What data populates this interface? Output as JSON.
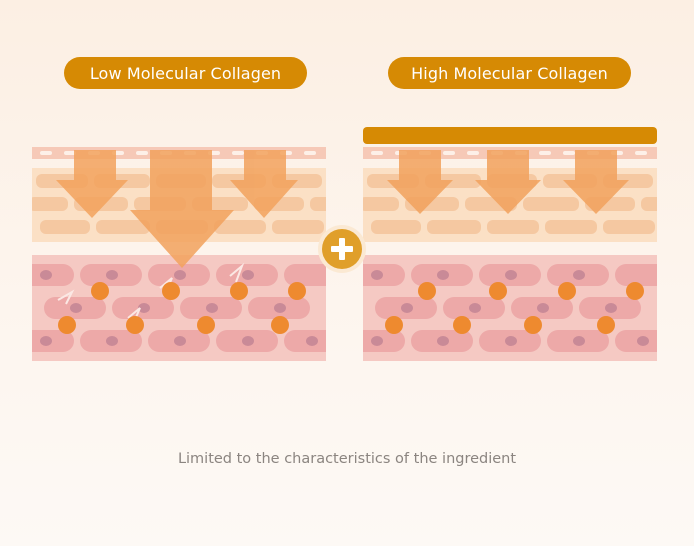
{
  "labels": {
    "left_title": "Low Molecular Collagen",
    "right_title": "High Molecular Collagen",
    "caption": "Limited to the characteristics of the ingredient"
  },
  "colors": {
    "accent": "#d68a04",
    "arrow": "#f2a25d",
    "skin_surface": "#f6c9b7",
    "epidermis": "#fbe0c5",
    "dermis": "#f5c9c3",
    "cell": "#eda9a8",
    "nucleus": "#c98a97",
    "collagen_dot": "#ee8a2f",
    "plus_badge": "#e09f2a"
  },
  "icons": [
    "plus-icon",
    "arrow-down-icon"
  ]
}
